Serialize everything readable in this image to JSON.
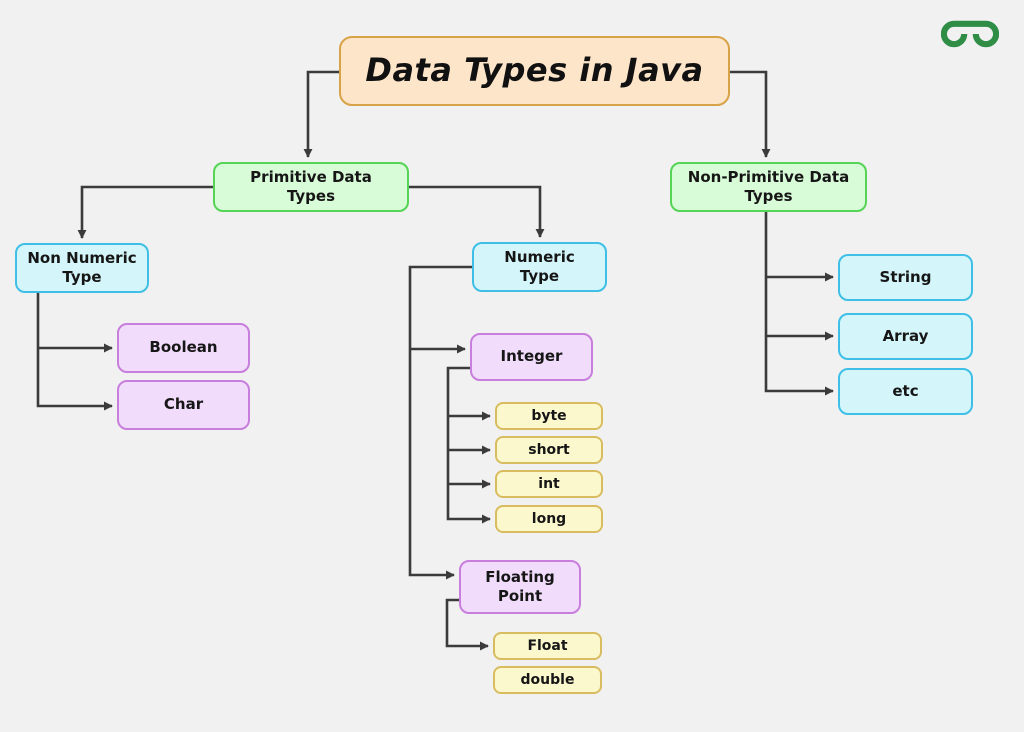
{
  "page": {
    "background": "#f1f1f2"
  },
  "logo": {
    "name": "geeksforgeeks-logo",
    "color": "#2f8d46"
  },
  "palette": {
    "title_fill": "#fce5c9",
    "title_border": "#d8a247",
    "green_fill": "#d8fbd8",
    "green_border": "#55d455",
    "cyan_fill": "#d4f6fb",
    "cyan_border": "#3fbfe6",
    "purple_fill": "#f2dcfb",
    "purple_border": "#c77edc",
    "yellow_fill": "#fbf8cd",
    "yellow_border": "#d9bc5f",
    "connector_line": "#3b3b3b"
  },
  "nodes": {
    "title": {
      "label": "Data Types in Java"
    },
    "primitive": {
      "label": "Primitive Data\nTypes"
    },
    "non_primitive": {
      "label": "Non-Primitive Data\nTypes"
    },
    "non_numeric": {
      "label": "Non Numeric\nType"
    },
    "numeric": {
      "label": "Numeric\nType"
    },
    "boolean": {
      "label": "Boolean"
    },
    "char": {
      "label": "Char"
    },
    "integer": {
      "label": "Integer"
    },
    "byte": {
      "label": "byte"
    },
    "short": {
      "label": "short"
    },
    "int": {
      "label": "int"
    },
    "long": {
      "label": "long"
    },
    "floating_point": {
      "label": "Floating Point"
    },
    "float": {
      "label": "Float"
    },
    "double": {
      "label": "double"
    },
    "string": {
      "label": "String"
    },
    "array": {
      "label": "Array"
    },
    "etc": {
      "label": "etc"
    }
  },
  "edges": [
    [
      "title",
      "primitive"
    ],
    [
      "title",
      "non_primitive"
    ],
    [
      "primitive",
      "non_numeric"
    ],
    [
      "primitive",
      "numeric"
    ],
    [
      "non_numeric",
      "boolean"
    ],
    [
      "non_numeric",
      "char"
    ],
    [
      "numeric",
      "integer"
    ],
    [
      "numeric",
      "floating_point"
    ],
    [
      "integer",
      "byte"
    ],
    [
      "integer",
      "short"
    ],
    [
      "integer",
      "int"
    ],
    [
      "integer",
      "long"
    ],
    [
      "floating_point",
      "float"
    ],
    [
      "non_primitive",
      "string"
    ],
    [
      "non_primitive",
      "array"
    ],
    [
      "non_primitive",
      "etc"
    ]
  ]
}
